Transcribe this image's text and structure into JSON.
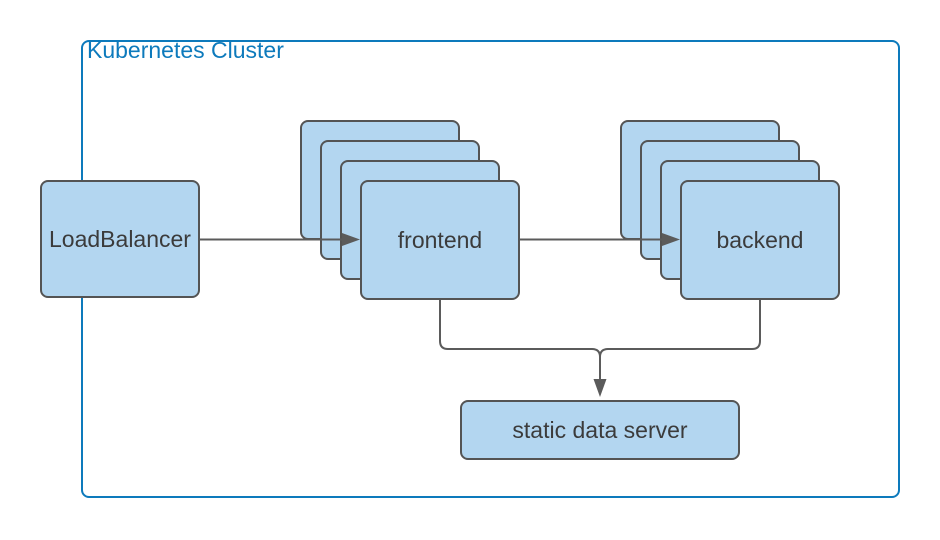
{
  "diagram": {
    "cluster": {
      "label": "Kubernetes Cluster"
    },
    "nodes": {
      "loadbalancer": {
        "label": "LoadBalancer"
      },
      "frontend": {
        "label": "frontend",
        "stack_count": 4
      },
      "backend": {
        "label": "backend",
        "stack_count": 4
      },
      "static_server": {
        "label": "static data server"
      }
    },
    "edges": [
      {
        "from": "LoadBalancer",
        "to": "frontend",
        "arrow": true
      },
      {
        "from": "frontend",
        "to": "backend",
        "arrow": true
      },
      {
        "from": "frontend",
        "to": "static data server",
        "arrow": true
      },
      {
        "from": "backend",
        "to": "static data server",
        "arrow": true
      }
    ],
    "colors": {
      "cluster_border": "#0d7abc",
      "cluster_label": "#0d7abc",
      "node_fill": "#b3d6f0",
      "node_border": "#545454",
      "edge": "#5b5b5b",
      "label_text": "#3b3b3b",
      "background": "#ffffff"
    }
  }
}
